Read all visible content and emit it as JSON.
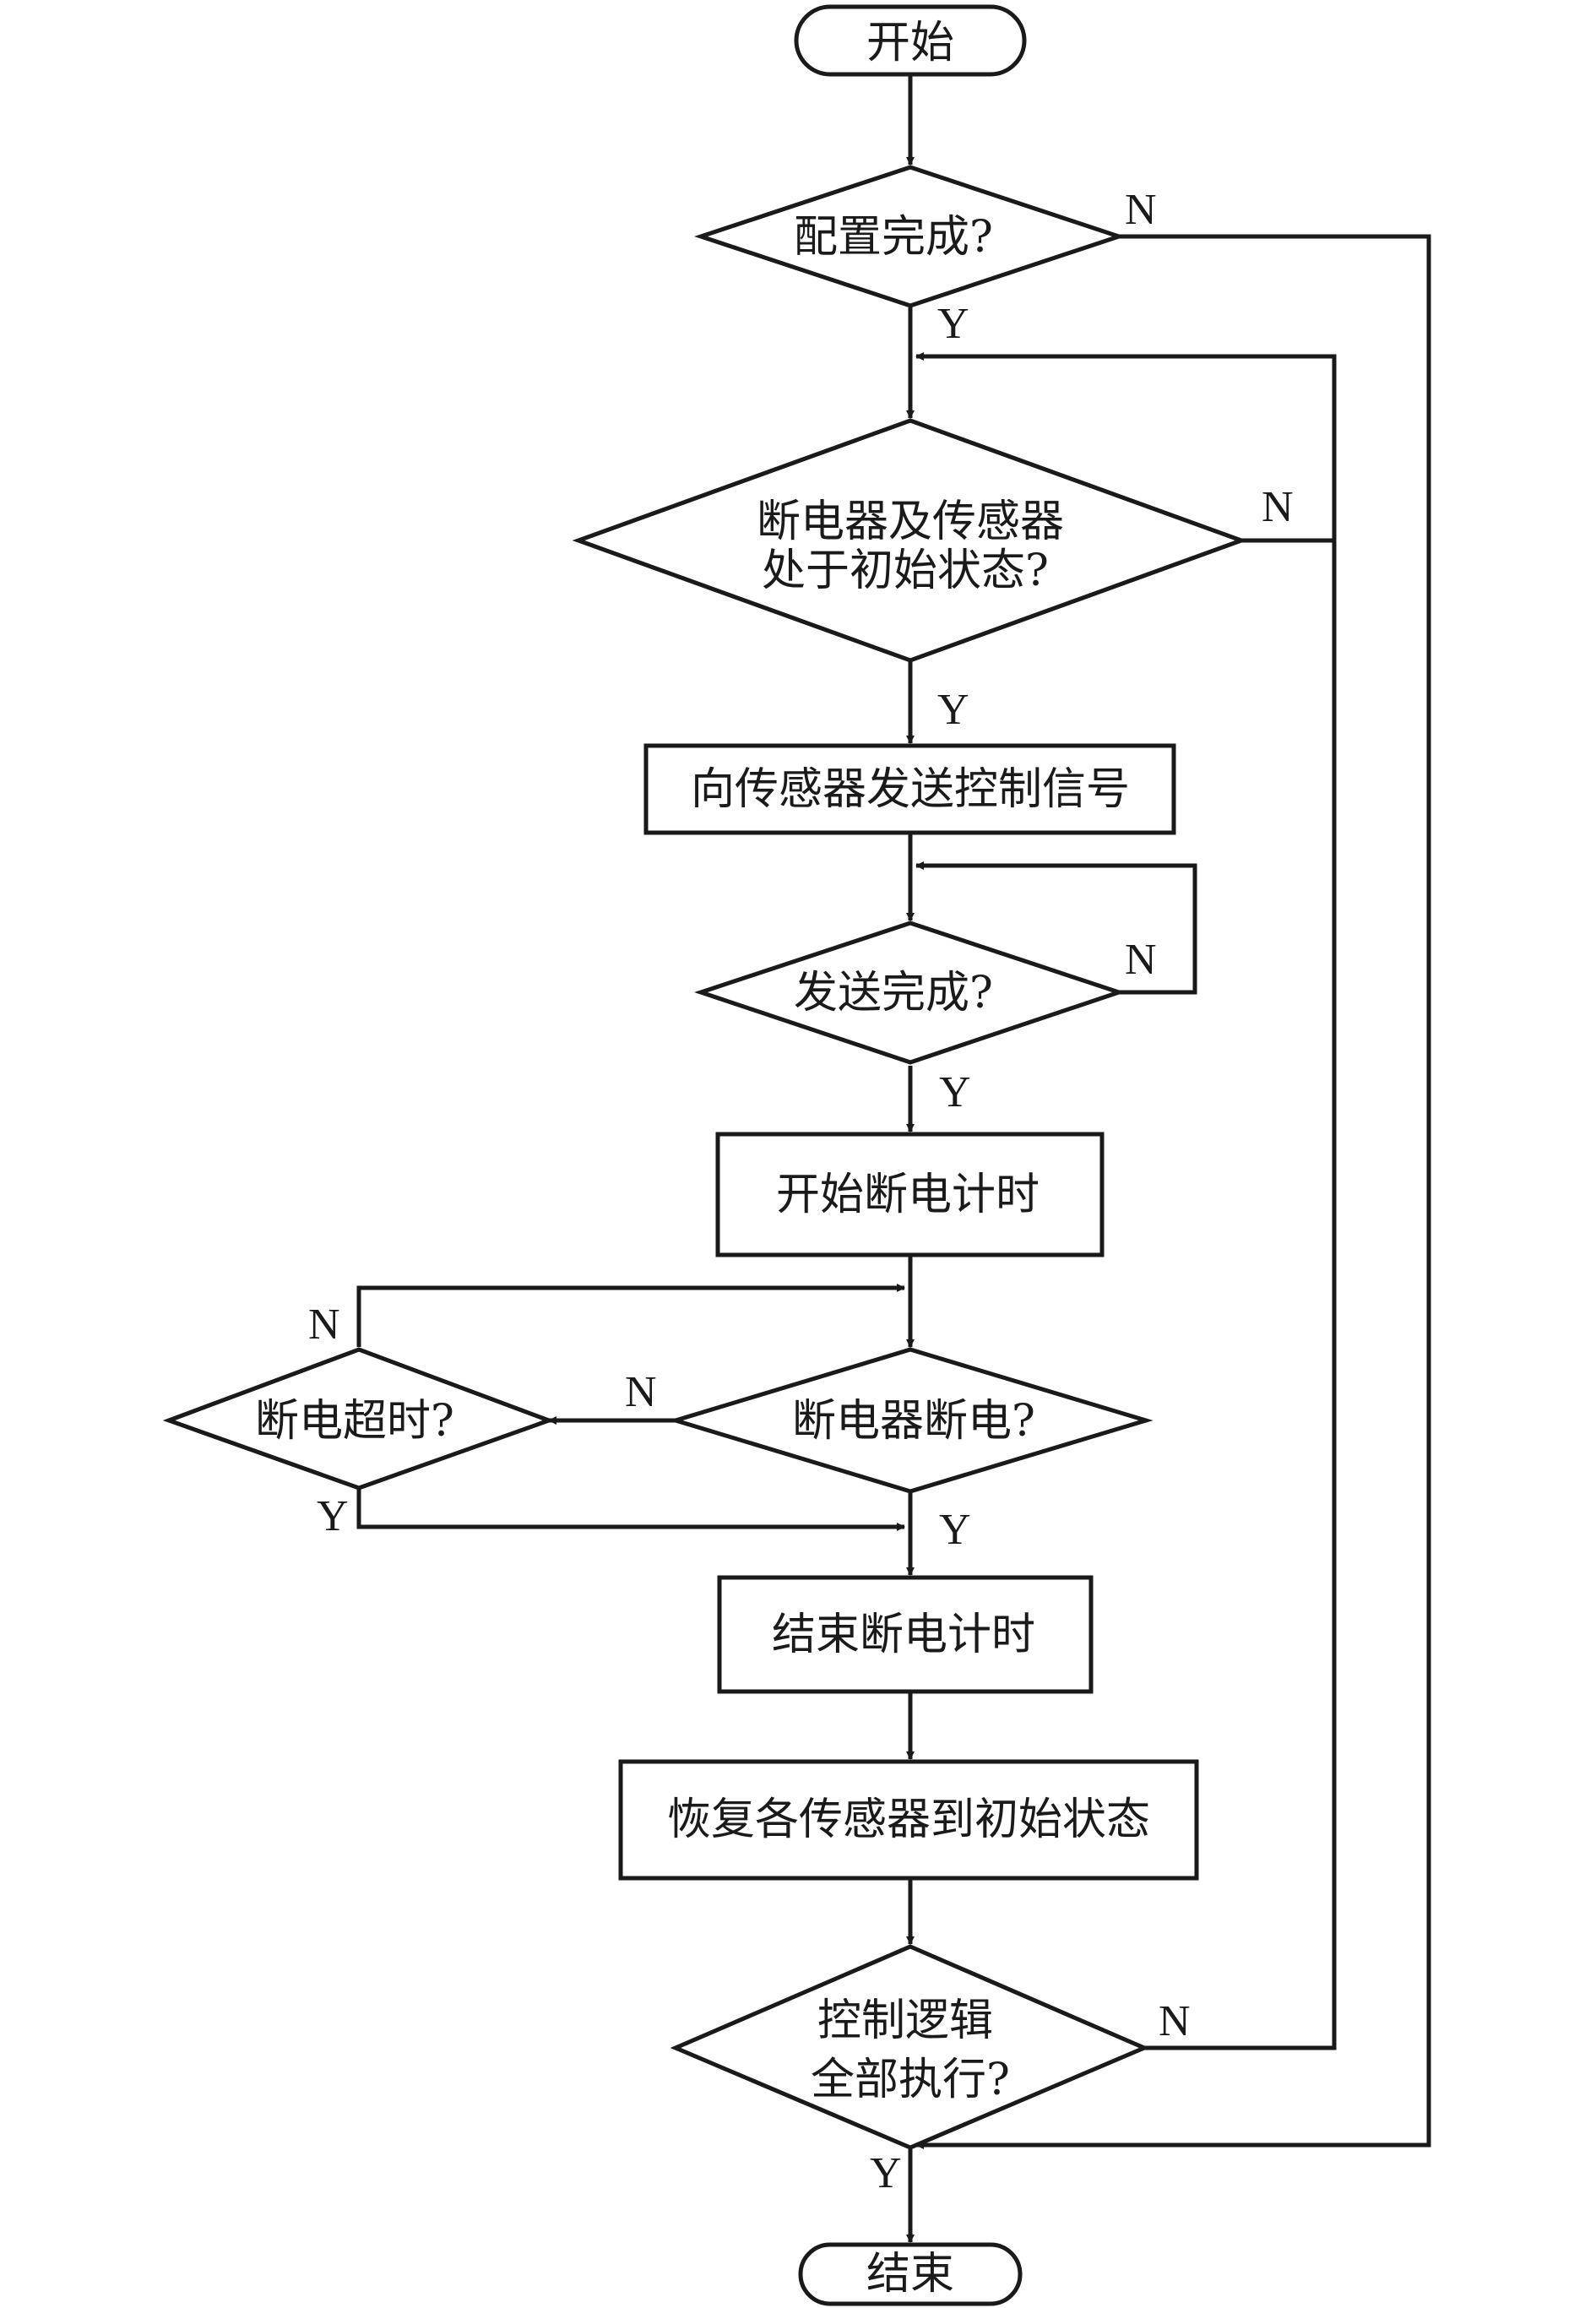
{
  "nodes": {
    "start": "开始",
    "config_done": "配置完成?",
    "initial_state_line1": "断电器及传感器",
    "initial_state_line2": "处于初始状态?",
    "send_signal": "向传感器发送控制信号",
    "send_done": "发送完成?",
    "start_timer": "开始断电计时",
    "breaker_off": "断电器断电?",
    "timeout": "断电超时?",
    "end_timer": "结束断电计时",
    "restore": "恢复各传感器到初始状态",
    "all_done_line1": "控制逻辑",
    "all_done_line2": "全部执行?",
    "end": "结束"
  },
  "branches": {
    "yes": "Y",
    "no": "N"
  }
}
